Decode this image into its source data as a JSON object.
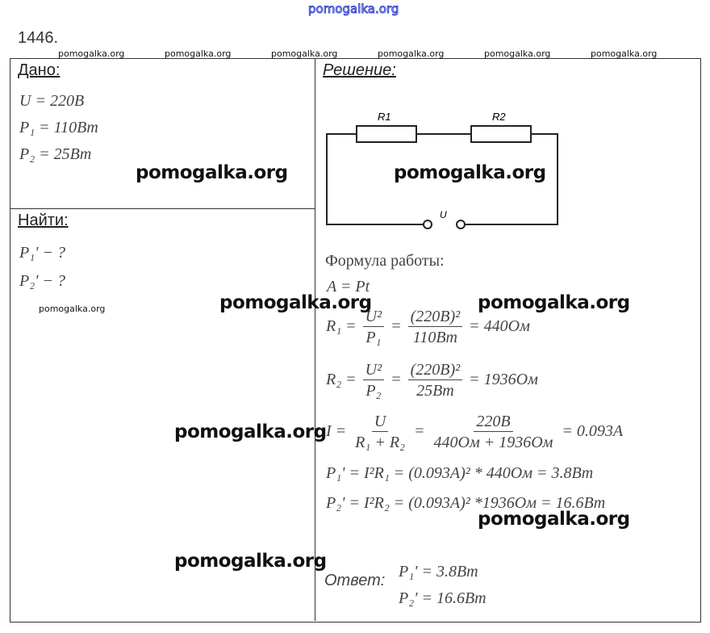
{
  "site_header": "pomogalka.org",
  "problem_number": "1446.",
  "watermark": "pomogalka.org",
  "given": {
    "heading": "Дано:",
    "lines": [
      "U = 220B",
      "P₁ = 110Bm",
      "P₂ = 25Bm"
    ]
  },
  "find": {
    "heading": "Найти:",
    "lines": [
      "P₁' − ?",
      "P₂' − ?"
    ]
  },
  "solution": {
    "heading": "Решение:",
    "circuit": {
      "r1": "R1",
      "r2": "R2",
      "u": "U"
    },
    "formula_title": "Формула работы:",
    "work": "A = Pt",
    "r1": {
      "lhs": "R₁ =",
      "f1n": "U²",
      "f1d": "P₁",
      "f2n": "(220B)²",
      "f2d": "110Bm",
      "res": "= 440Ом"
    },
    "r2": {
      "lhs": "R₂ =",
      "f1n": "U²",
      "f1d": "P₂",
      "f2n": "(220B)²",
      "f2d": "25Bm",
      "res": "= 1936Ом"
    },
    "i": {
      "lhs": "I =",
      "f1n": "U",
      "f1d": "R₁ + R₂",
      "f2n": "220B",
      "f2d": "440Ом + 1936Ом",
      "res": "= 0.093A"
    },
    "p1": "P₁' = I²R₁ = (0.093A)² * 440Ом = 3.8Bm",
    "p2": "P₂' = I²R₂ = (0.093A)² *1936Ом = 16.6Bm",
    "answer_label": "Ответ:",
    "answer": [
      "P₁' = 3.8Bm",
      "P₂' = 16.6Bm"
    ]
  }
}
